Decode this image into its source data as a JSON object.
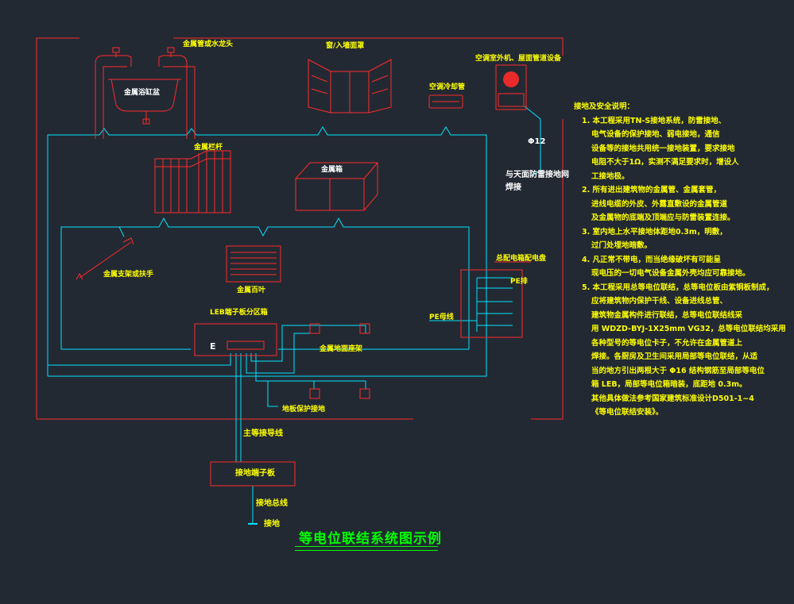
{
  "labels": {
    "metal_faucet": "金属管或水龙头",
    "door_window": "窗/入墙面罩",
    "ac_unit": "空调室外机、屋面管道设备",
    "ac_pipe": "空调冷却管",
    "metal_basin": "金属浴缸盆",
    "railing": "金属栏杆",
    "metal_box": "金属箱",
    "phi12": "Φ12",
    "roof_ground_1": "与天面防雷接地网",
    "roof_ground_2": "焊接",
    "handrail": "金属支架或扶手",
    "louver": "金属百叶",
    "distribution_box": "总配电箱配电盘",
    "pe_bar": "PE排",
    "pe_line": "PE母线",
    "leb": "LEB端子板分区箱",
    "e_letter": "E",
    "metal_floor": "金属地面座架",
    "floor_protect": "地板保护接地",
    "main_bond": "主等接导线",
    "terminal_board": "接地端子板",
    "ground_trunk": "接地总线",
    "ground": "接地"
  },
  "notes": {
    "heading": "接地及安全说明：",
    "items": [
      "1. 本工程采用TN-S接地系统，防雷接地、",
      "电气设备的保护接地、弱电接地，通信",
      "设备等的接地共用统一接地装置，要求接地",
      "电阻不大于1Ω，实测不满足要求时，增设人",
      "工接地极。",
      "2. 所有进出建筑物的金属管、金属套管，",
      "进线电缆的外皮、外露直敷设的金属管道",
      "及金属物的底端及顶端应与防雷装置连接。",
      "3. 室内地上水平接地体距地0.3m，明敷，",
      "过门处埋地暗敷。",
      "4. 凡正常不带电，而当绝缘破坏有可能呈",
      "现电压的一切电气设备金属外壳均应可靠接地。",
      "5. 本工程采用总等电位联结，总等电位板由紫铜板制成，",
      "应将建筑物内保护干线、设备进线总管、",
      "建筑物金属构件进行联结，总等电位联结线采",
      "用 WDZD-BYJ-1X25mm VG32，总等电位联结均采用",
      "各种型号的等电位卡子，不允许在金属管道上",
      "焊接。各厨房及卫生间采用局部等电位联结，从适",
      "当的地方引出两根大于 Φ16 结构钢筋至局部等电位",
      "箱 LEB，局部等电位箱暗装，底距地 0.3m。",
      "其他具体做法参考国家建筑标准设计D501-1~4",
      "《等电位联结安装》。"
    ]
  },
  "title": "等电位联结系统图示例",
  "colors": {
    "background": "#222933",
    "equipment": "#ff0000",
    "wire": "#00ffff",
    "text": "#ffff00",
    "title": "#00ff00"
  }
}
